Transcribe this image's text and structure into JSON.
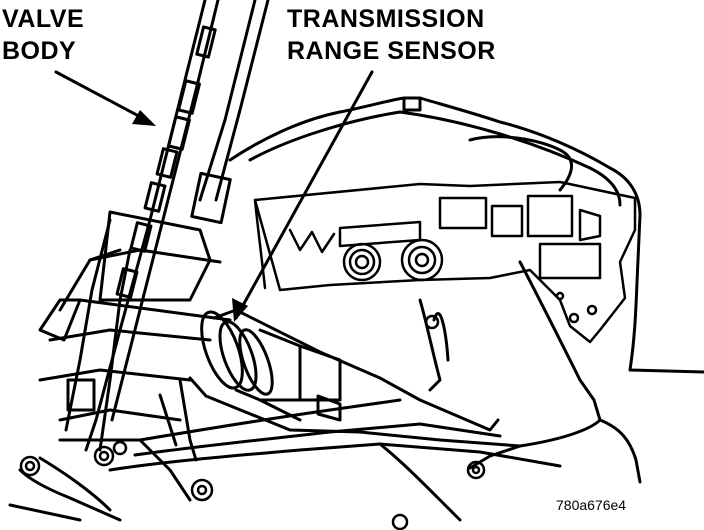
{
  "callouts": {
    "valve_body": {
      "line1": "VALVE",
      "line2": "BODY"
    },
    "transmission_range_sensor": {
      "line1": "TRANSMISSION",
      "line2": "RANGE SENSOR"
    }
  },
  "figure_code": "780a676e4",
  "colors": {
    "ink": "#000000",
    "paper": "#ffffff"
  }
}
